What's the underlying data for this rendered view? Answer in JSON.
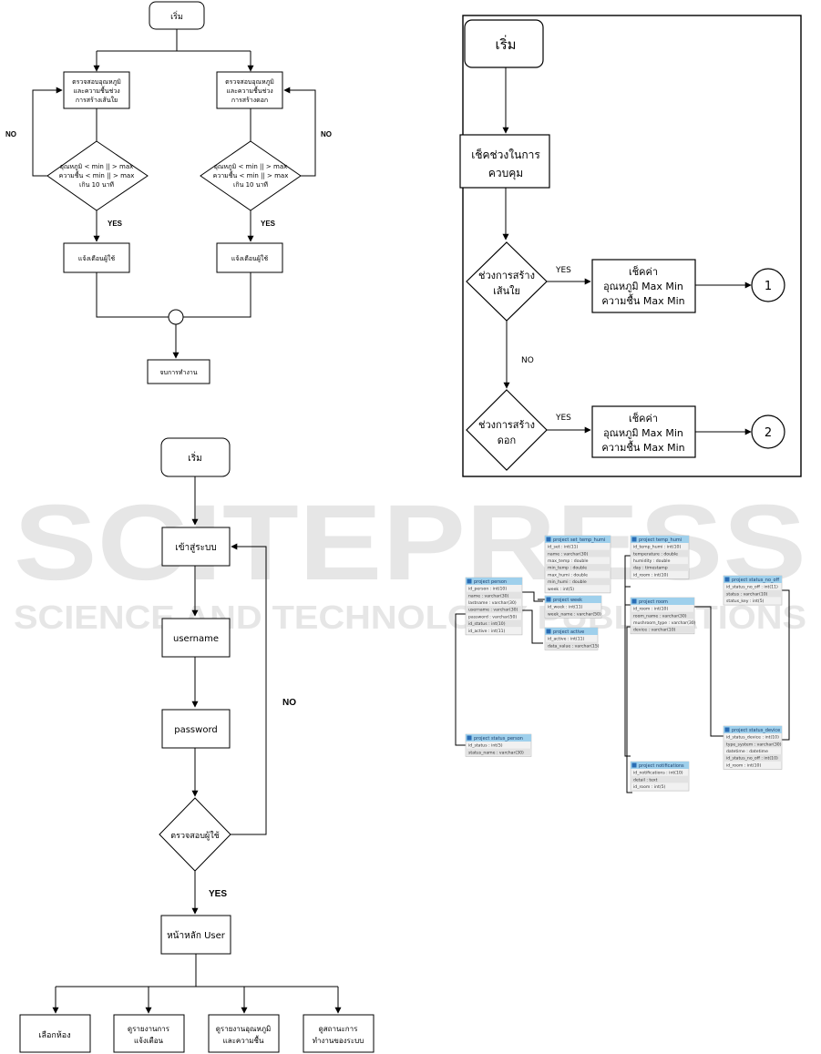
{
  "watermark": {
    "big": "SCITEPRESS",
    "small": "SCIENCE AND TECHNOLOGY PUBLICATIONS"
  },
  "flow1": {
    "start": "เริ่ม",
    "left_check": [
      "ตรวจสอบอุณหภูมิ",
      "และความชื้นช่วง",
      "การสร้างเส้นใย"
    ],
    "right_check": [
      "ตรวจสอบอุณหภูมิ",
      "และความชื้นช่วง",
      "การสร้างดอก"
    ],
    "condition": [
      "อุณหภูมิ < min || > max",
      "ความชื้น < min || > max",
      "เกิน 10 นาที"
    ],
    "no": "NO",
    "yes": "YES",
    "notify": "แจ้งเตือนผู้ใช้",
    "end": "จบการทำงาน"
  },
  "flow2": {
    "start": "เริ่ม",
    "check_period": [
      "เช็คช่วงในการ",
      "ควบคุม"
    ],
    "mycelium": [
      "ช่วงการสร้าง",
      "เส้นใย"
    ],
    "flower": [
      "ช่วงการสร้าง",
      "ดอก"
    ],
    "check_values": [
      "เช็คค่า",
      "อุณหภูมิ Max Min",
      "ความชื้น Max Min"
    ],
    "yes": "YES",
    "no": "NO",
    "connector1": "1",
    "connector2": "2"
  },
  "flow3": {
    "start": "เริ่ม",
    "login": "เข้าสู่ระบบ",
    "username": "username",
    "password": "password",
    "check_user": "ตรวจสอบผู้ใช้",
    "no": "NO",
    "yes": "YES",
    "home": "หน้าหลัก User",
    "menu": [
      [
        "เลือกห้อง"
      ],
      [
        "ดูรายงานการ",
        "แจ้งเตือน"
      ],
      [
        "ดูรายงานอุณหภูมิ",
        "และความชื้น"
      ],
      [
        "ดูสถานะการ",
        "ทำงานของระบบ"
      ]
    ]
  },
  "er": {
    "tables": [
      {
        "name": "project set_temp_humi",
        "rows": [
          "id_set : int(11)",
          "name : varchar(30)",
          "max_temp : double",
          "min_temp : double",
          "max_humi : double",
          "min_humi : double",
          "week : int(5)"
        ]
      },
      {
        "name": "project temp_humi",
        "rows": [
          "id_temp_humi : int(10)",
          "temperature : double",
          "humidity : double",
          "day : timestamp",
          "id_room : int(10)"
        ]
      },
      {
        "name": "project status_no_off",
        "rows": [
          "id_status_no_off : int(11)",
          "status : varchar(10)",
          "status_key : int(5)"
        ]
      },
      {
        "name": "project person",
        "rows": [
          "id_person : int(10)",
          "name : varchar(30)",
          "lastname : varchar(30)",
          "username : varchar(30)",
          "password : varchar(50)",
          "id_status : int(10)",
          "id_active : int(11)"
        ]
      },
      {
        "name": "project week",
        "rows": [
          "id_week : int(11)",
          "week_name : varchar(50)"
        ]
      },
      {
        "name": "project room",
        "rows": [
          "id_room : int(10)",
          "room_name : varchar(30)",
          "mushroom_type : varchar(30)",
          "device : varchar(10)"
        ]
      },
      {
        "name": "project active",
        "rows": [
          "id_active : int(11)",
          "data_value : varchar(15)"
        ]
      },
      {
        "name": "project status_device",
        "rows": [
          "id_status_device : int(10)",
          "type_system : varchar(30)",
          "datetime : datetime",
          "id_status_no_off : int(10)",
          "id_room : int(10)"
        ]
      },
      {
        "name": "project status_person",
        "rows": [
          "id_status : int(5)",
          "status_name : varchar(30)"
        ]
      },
      {
        "name": "project notifications",
        "rows": [
          "id_notifications : int(10)",
          "detail : text",
          "id_room : int(5)"
        ]
      }
    ]
  }
}
